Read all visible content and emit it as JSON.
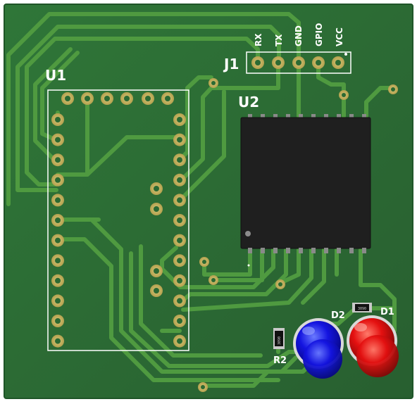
{
  "board": {
    "colors": {
      "substrate": "#2c6f37",
      "substrate_edge": "#1f5528",
      "trace": "#4f9a40",
      "pad": "#c8b562",
      "pad_hole": "#8a7a3a",
      "silk": "#ffffff",
      "ic_body": "#1f1f1f",
      "led_red": "#e41010",
      "led_blue": "#1414e0"
    }
  },
  "labels": {
    "u1": "U1",
    "u2": "U2",
    "j1": "J1",
    "d1": "D1",
    "d2": "D2",
    "r2": "R2"
  },
  "j1_pins": [
    "RX",
    "TX",
    "GND",
    "GPIO",
    "VCC"
  ]
}
